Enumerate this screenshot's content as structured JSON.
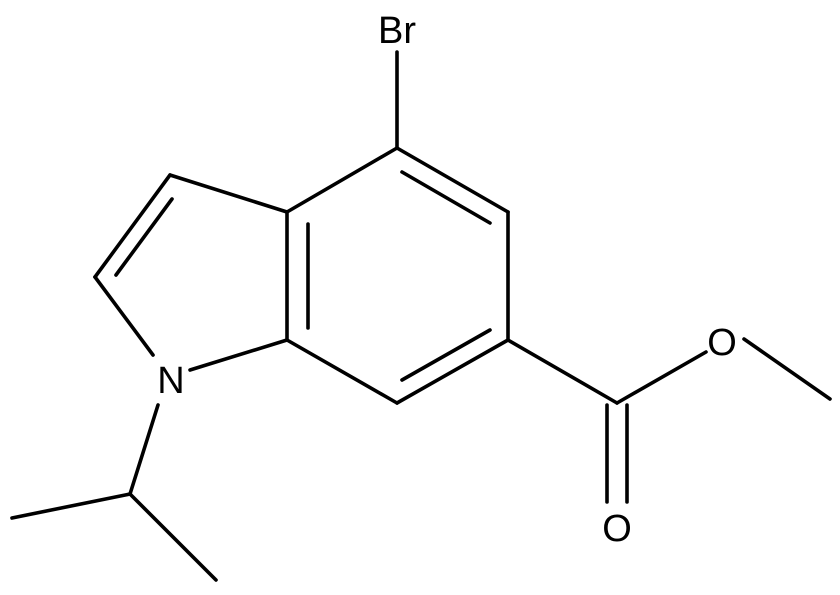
{
  "molecule": {
    "atoms": {
      "bromine": "Br",
      "nitrogen": "N",
      "ester_oxygen": "O",
      "carbonyl_oxygen": "O"
    }
  },
  "colors": {
    "bond": "#000000",
    "label": "#000000",
    "background": "#ffffff"
  }
}
